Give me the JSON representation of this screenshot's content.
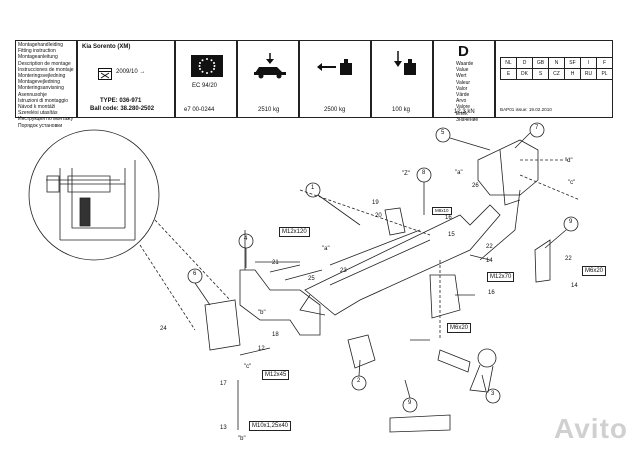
{
  "header": {
    "instructions": [
      "Montagehandleiding",
      "Fitting instruction",
      "Montageanleitung",
      "Description de montage",
      "Instrucciones de montaje",
      "Monteringsvejledning",
      "Montagevejledning",
      "Monteringsanvisning",
      "Asennusohje",
      "Istruzioni di montaggio",
      "Návod k montáži",
      "Szerelési utasítás",
      "Инструкция по монтажу",
      "Порядок установки"
    ],
    "vehicle": "Kia Sorento (XM)",
    "year": "2009/10 →",
    "type_label": "TYPE: 036-971",
    "ball_code": "Ball code: 38.280-2502",
    "ec": "EC 94/20",
    "e_mark": "e7  00-0244",
    "weight1": "2510 kg",
    "weight2": "2500 kg",
    "weight3": "100 kg",
    "d_letter": "D",
    "d_words": [
      "Waarde",
      "Value",
      "Wert",
      "Valeur",
      "Valor",
      "Värde",
      "Arvo",
      "Valore",
      "Érték",
      "Значение"
    ],
    "d_value": "12,3 kN",
    "issue": "BAP01 issue: 19.02.2010",
    "countries": [
      [
        "NL",
        "D",
        "GB",
        "N",
        "SF",
        "I",
        "F"
      ],
      [
        "E",
        "DK",
        "S",
        "CZ",
        "H",
        "RU",
        "PL"
      ]
    ]
  },
  "labels": {
    "n1": "1",
    "n2": "2",
    "n3": "3",
    "n4": "4",
    "n5": "5",
    "n6": "6",
    "n7": "7",
    "n8": "8",
    "n9a": "9",
    "n9b": "9",
    "b12": "12",
    "b13": "13",
    "b14": "14",
    "b15": "15",
    "b16": "16",
    "b17": "17",
    "b18": "18",
    "b19": "19",
    "b20": "20",
    "b21": "21",
    "b22": "22",
    "b23": "23",
    "b24": "24",
    "b25": "25",
    "b26": "26",
    "qa1": "\"a\"",
    "qa2": "\"a\"",
    "qb1": "\"b\"",
    "qb2": "\"b\"",
    "qc1": "\"c\"",
    "qc2": "\"c\"",
    "qd": "\"d\"",
    "qz": "\"Z\""
  },
  "bolts": {
    "m12x120": "M12x120",
    "m12x70": "M12x70",
    "m6x20a": "M6x20",
    "m6x20b": "M6x20",
    "m12x45": "M12x45",
    "m10x125": "M10x1,25x40",
    "m8x10": "M8x10"
  },
  "watermark": "Avito"
}
